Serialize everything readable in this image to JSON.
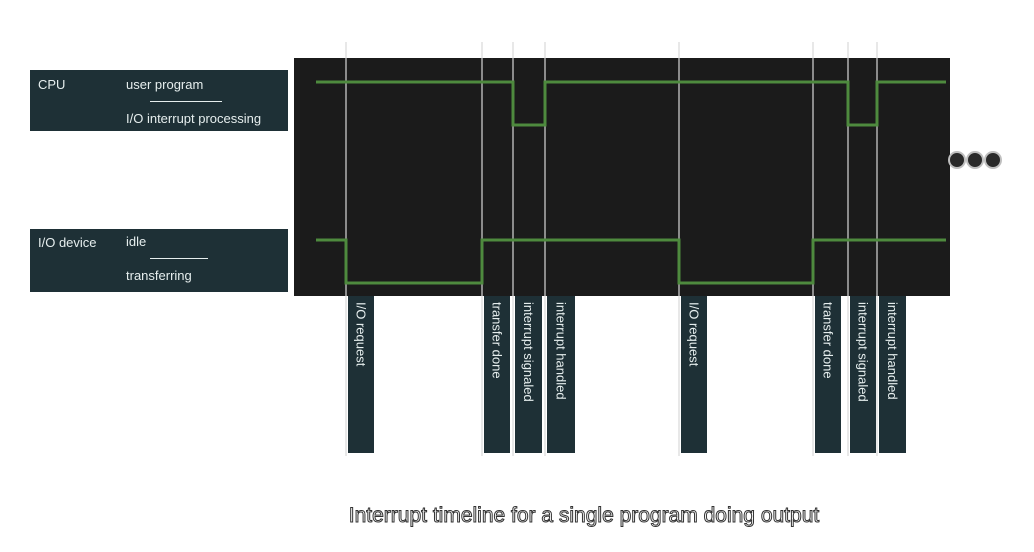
{
  "cpu": {
    "name": "CPU",
    "high_state": "user program",
    "low_state": "I/O interrupt processing"
  },
  "io": {
    "name": "I/O device",
    "high_state": "idle",
    "low_state": "transferring"
  },
  "events": [
    {
      "label": "I/O request",
      "time": 1
    },
    {
      "label": "transfer done",
      "time": 2
    },
    {
      "label": "interrupt signaled",
      "time": 3
    },
    {
      "label": "interrupt handled",
      "time": 4
    },
    {
      "label": "I/O request",
      "time": 5
    },
    {
      "label": "transfer done",
      "time": 6
    },
    {
      "label": "interrupt signaled",
      "time": 7
    },
    {
      "label": "interrupt handled",
      "time": 8
    }
  ],
  "cpu_signal": [
    {
      "time": 0,
      "state": "high"
    },
    {
      "time": 3,
      "state": "low"
    },
    {
      "time": 4,
      "state": "high"
    },
    {
      "time": 7,
      "state": "low"
    },
    {
      "time": 8,
      "state": "high"
    }
  ],
  "io_signal": [
    {
      "time": 0,
      "state": "high"
    },
    {
      "time": 1,
      "state": "low"
    },
    {
      "time": 2,
      "state": "high"
    },
    {
      "time": 5,
      "state": "low"
    },
    {
      "time": 6,
      "state": "high"
    }
  ],
  "caption": "Interrupt timeline for a single program doing output",
  "colors": {
    "panel": "#1e3036",
    "timeline_bg": "#1b1b1b",
    "signal": "#4e8a3e",
    "marker": "#d8d8d8"
  }
}
